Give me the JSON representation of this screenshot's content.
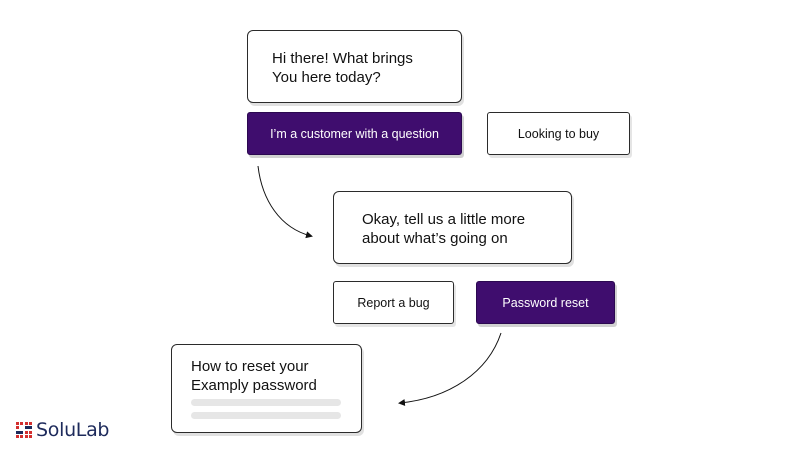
{
  "bot_greeting": {
    "text": "Hi there! What brings\nYou here today?"
  },
  "greeting_options": {
    "customer_question": "I’m a customer with a question",
    "looking_to_buy": "Looking to buy"
  },
  "bot_followup": {
    "text": "Okay, tell us a little more\nabout what’s going on"
  },
  "followup_options": {
    "report_bug": "Report a bug",
    "password_reset": "Password reset"
  },
  "article_result": {
    "title": "How to reset your\nExamply password"
  },
  "branding": {
    "logo_text": "SoluLab"
  },
  "colors": {
    "accent": "#3f0d6e",
    "border": "#2b2b2b",
    "placeholder": "#e6e6e6",
    "logo_mark": "#d32f2f",
    "logo_text": "#1d2a5b"
  }
}
